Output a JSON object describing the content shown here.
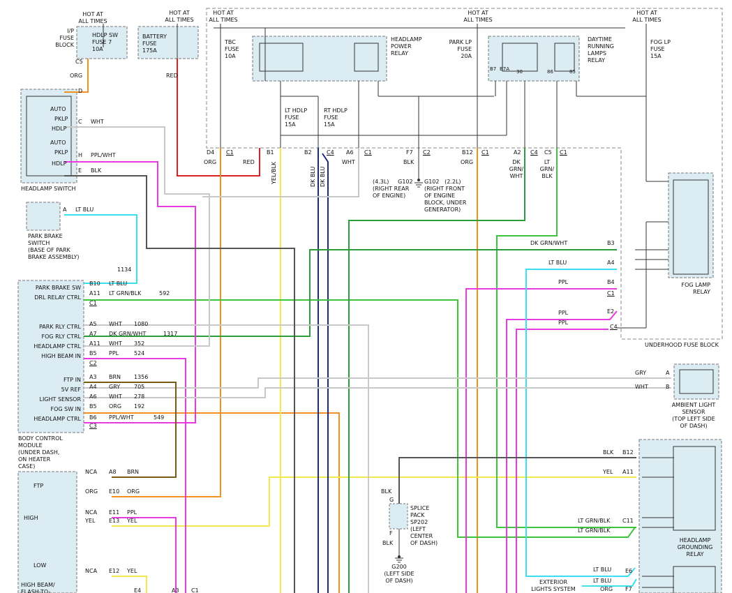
{
  "hot": "HOT AT\nALL TIMES",
  "ip_fuse_block": "I/P\nFUSE\nBLOCK",
  "hdlp_sw_fuse": "HDLP SW\nFUSE 7\n10A",
  "battery_fuse": "BATTERY\nFUSE\n175A",
  "tbc_fuse": "TBC\nFUSE\n10A",
  "hdlp_power_relay": "HEADLAMP\nPOWER\nRELAY",
  "park_lp_fuse": "PARK LP\nFUSE\n20A",
  "drl_relay": "DAYTIME\nRUNNING\nLAMPS\nRELAY",
  "fog_lp_fuse": "FOG LP\nFUSE\n15A",
  "lt_hdlp_fuse": "LT HDLP\nFUSE\n15A",
  "rt_hdlp_fuse": "RT HDLP\nFUSE\n15A",
  "headlamp_switch": "HEADLAMP SWITCH",
  "sw_auto": "AUTO",
  "sw_pklp": "PKLP",
  "sw_hdlp": "HDLP",
  "park_brake_switch": "PARK BRAKE\nSWITCH\n(BASE OF PARK\nBRAKE ASSEMBLY)",
  "bcm_label": "BODY CONTROL\nMODULE\n(UNDER DASH,\nON HEATER\nCASE)",
  "bcm_pins": [
    "PARK BRAKE SW",
    "DRL RELAY CTRL",
    "PARK RLY CTRL",
    "FOG RLY CTRL",
    "HEADLAMP CTRL",
    "HIGH BEAM IN",
    "FTP IN",
    "5V REF",
    "LIGHT SENSOR",
    "FOG SW IN",
    "HEADLAMP CTRL"
  ],
  "bcm_wires": [
    {
      "pin": "B10",
      "color": "LT BLU",
      "circuit": ""
    },
    {
      "pin": "A11",
      "color": "LT GRN/BLK",
      "circuit": "592"
    },
    {
      "pin": "C1",
      "color": "",
      "circuit": ""
    },
    {
      "pin": "A5",
      "color": "WHT",
      "circuit": "1080"
    },
    {
      "pin": "A7",
      "color": "DK GRN/WHT",
      "circuit": "1317"
    },
    {
      "pin": "A11",
      "color": "WHT",
      "circuit": "352"
    },
    {
      "pin": "B5",
      "color": "PPL",
      "circuit": "524"
    },
    {
      "pin": "C2",
      "color": "",
      "circuit": ""
    },
    {
      "pin": "A3",
      "color": "BRN",
      "circuit": "1356"
    },
    {
      "pin": "A4",
      "color": "GRY",
      "circuit": "705"
    },
    {
      "pin": "A6",
      "color": "WHT",
      "circuit": "278"
    },
    {
      "pin": "B5",
      "color": "ORG",
      "circuit": "192"
    },
    {
      "pin": "B6",
      "color": "PPL/WHT",
      "circuit": "549"
    },
    {
      "pin": "C3",
      "color": "",
      "circuit": ""
    }
  ],
  "wire_1134": "1134",
  "bottom_connectors": [
    {
      "pin": "D4",
      "conn": "C1",
      "color": "ORG"
    },
    {
      "pin": "B1",
      "conn": "",
      "color": "RED"
    },
    {
      "pin": "B1",
      "conn": "",
      "color": "YEL/BLK"
    },
    {
      "pin": "B2",
      "conn": "C4",
      "color": "DK BLU"
    },
    {
      "pin": "",
      "conn": "",
      "color": "DK BLU"
    },
    {
      "pin": "A6",
      "conn": "C1",
      "color": "WHT"
    },
    {
      "pin": "F7",
      "conn": "C2",
      "color": "BLK"
    },
    {
      "pin": "B12",
      "conn": "C1",
      "color": "ORG"
    },
    {
      "pin": "A2",
      "conn": "C4",
      "color": "DK\nGRN/\nWHT"
    },
    {
      "pin": "C5",
      "conn": "C1",
      "color": "LT\nGRN/\nBLK"
    }
  ],
  "g102_a": "(4.3L)     G102\n(RIGHT REAR\nOF ENGINE)",
  "g102_b": "G102   (2.2L)\n(RIGHT FRONT\nOF ENGINE\nBLOCK, UNDER\nGENERATOR)",
  "fog_lamp_relay": "FOG LAMP\nRELAY",
  "underhood_fuse_block": "UNDERHOOD FUSE BLOCK",
  "ambient_sensor": "AMBIENT LIGHT\nSENSOR\n(TOP LEFT SIDE\nOF DASH)",
  "headlamp_grounding_relay": "HEADLAMP\nGROUNDING\nRELAY",
  "splice_pack": "SPLICE\nPACK\nSP202\n(LEFT\nCENTER\nOF DASH)",
  "g200": "G200\n(LEFT SIDE\nOF DASH)",
  "exterior_lights": "EXTERIOR\nLIGHTS SYSTEM",
  "high_beam_label": "HIGH BEAM/\nFLASH-TO-",
  "ftp": "FTP",
  "high": "HIGH",
  "low": "LOW",
  "nca": "NCA",
  "right_labels": {
    "dkgrnwht": "DK GRN/WHT",
    "ltblu": "LT BLU",
    "ppl": "PPL",
    "gry": "GRY",
    "wht": "WHT",
    "blk": "BLK",
    "yel": "YEL",
    "ltgrnblk": "LT GRN/BLK",
    "org": "ORG"
  },
  "pins": {
    "C5": "C5",
    "D": "D",
    "C": "C",
    "H": "H",
    "E": "E",
    "A": "A",
    "B": "B",
    "B3": "B3",
    "A4": "A4",
    "B4": "B4",
    "C1": "C1",
    "E2": "E2",
    "C4": "C4",
    "B12": "B12",
    "A11": "A11",
    "C11": "C11",
    "E6": "E6",
    "F7": "F7",
    "A8": "A8",
    "E10": "E10",
    "E11": "E11",
    "E13": "E13",
    "E12": "E12",
    "G": "G",
    "F": "F",
    "E4": "E4",
    "A3": "A3",
    "B7": "B7",
    "B7A": "B7A",
    "30": "30",
    "86": "86",
    "85": "85"
  },
  "wire_colors": {
    "orange": "#f0901e",
    "red": "#e02020",
    "yellow": "#f5e84a",
    "dkblue": "#1a2a80",
    "green": "#3cc43c",
    "dkgreen": "#2a9c3a",
    "magenta": "#e83ae0",
    "cyan": "#3ae0f0",
    "gray": "#c8c8c8",
    "black": "#555555",
    "brown": "#7a5a10",
    "blk_line": "#333333"
  }
}
